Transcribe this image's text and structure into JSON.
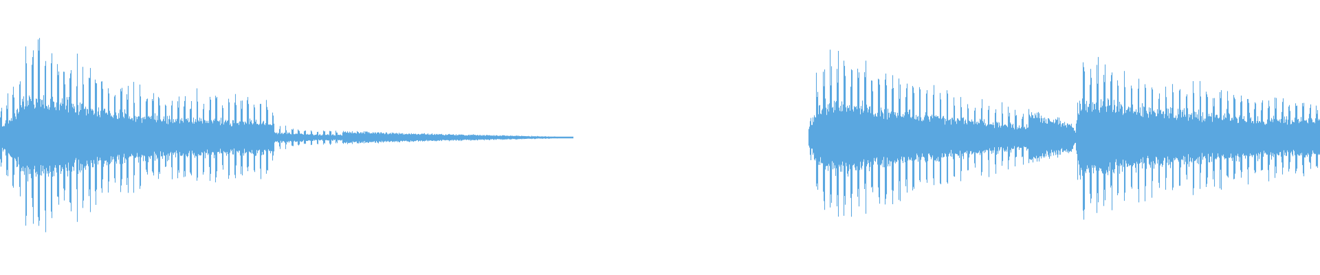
{
  "waveform": {
    "color": "#5aa7e0",
    "background": "#ffffff",
    "clips": [
      {
        "name": "clip-1",
        "start": 0.0,
        "end": 0.434,
        "envelope": [
          [
            0.0,
            0.26
          ],
          [
            0.012,
            0.58
          ],
          [
            0.02,
            0.92
          ],
          [
            0.04,
            0.86
          ],
          [
            0.06,
            0.74
          ],
          [
            0.08,
            0.62
          ],
          [
            0.1,
            0.52
          ],
          [
            0.13,
            0.45
          ],
          [
            0.17,
            0.4
          ],
          [
            0.205,
            0.36
          ],
          [
            0.208,
            0.12
          ],
          [
            0.24,
            0.07
          ],
          [
            0.3,
            0.045
          ],
          [
            0.38,
            0.022
          ],
          [
            0.434,
            0.006
          ]
        ],
        "pulse_period": 0.0048,
        "pulse_depth": 0.55,
        "pulse_until": 0.26
      },
      {
        "name": "clip-2",
        "start": 0.613,
        "end": 0.815,
        "envelope": [
          [
            0.613,
            0.1
          ],
          [
            0.617,
            0.55
          ],
          [
            0.625,
            0.78
          ],
          [
            0.64,
            0.8
          ],
          [
            0.66,
            0.68
          ],
          [
            0.69,
            0.55
          ],
          [
            0.72,
            0.45
          ],
          [
            0.76,
            0.32
          ],
          [
            0.79,
            0.22
          ],
          [
            0.812,
            0.14
          ],
          [
            0.815,
            0.05
          ]
        ],
        "pulse_period": 0.0052,
        "pulse_depth": 0.55,
        "pulse_until": 0.78
      },
      {
        "name": "clip-3",
        "start": 0.815,
        "end": 1.0,
        "envelope": [
          [
            0.815,
            0.05
          ],
          [
            0.818,
            0.78
          ],
          [
            0.835,
            0.72
          ],
          [
            0.86,
            0.62
          ],
          [
            0.89,
            0.55
          ],
          [
            0.92,
            0.48
          ],
          [
            0.96,
            0.4
          ],
          [
            1.0,
            0.36
          ]
        ],
        "pulse_period": 0.0052,
        "pulse_depth": 0.5,
        "pulse_until": 1.0
      }
    ]
  }
}
